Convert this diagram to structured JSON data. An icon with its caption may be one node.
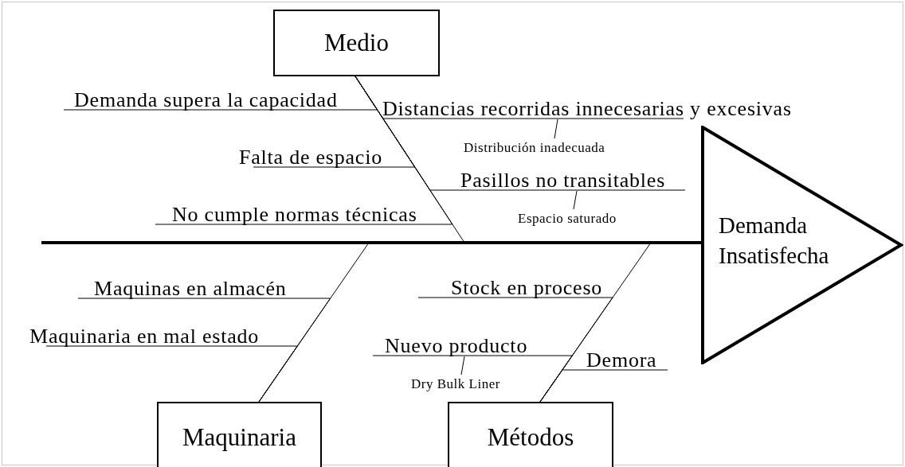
{
  "diagram": {
    "nodes": [
      {
        "text": [
          "Medio"
        ]
      },
      {
        "text": [
          "Maquinaria"
        ]
      },
      {
        "text": [
          "Métodos"
        ]
      },
      {
        "text": [
          "Demanda Insatisfecha"
        ]
      },
      {
        "text": [
          "Demanda supera la capacidad"
        ]
      },
      {
        "text": [
          "Distancias recorridas innecesarias y excesivas"
        ]
      },
      {
        "text": [
          "Distribución inadecuada"
        ]
      },
      {
        "text": [
          "Falta de espacio"
        ]
      },
      {
        "text": [
          "Pasillos no transitables"
        ]
      },
      {
        "text": [
          "Espacio saturado"
        ]
      },
      {
        "text": [
          "No cumple normas técnicas"
        ]
      },
      {
        "text": [
          "Maquinas en almacén"
        ]
      },
      {
        "text": [
          "Maquinaria en mal estado"
        ]
      },
      {
        "text": [
          "Stock en proceso"
        ]
      },
      {
        "text": [
          "Nuevo producto"
        ]
      },
      {
        "text": [
          "Dry Bulk Liner"
        ]
      },
      {
        "text": [
          "Demora"
        ]
      }
    ],
    "edges": [
      {
        "from": null,
        "to": 3,
        "arrow": "none",
        "style": "thick"
      },
      {
        "from": 0,
        "to": 3,
        "arrow": "none"
      },
      {
        "from": 1,
        "to": 3,
        "arrow": "none"
      },
      {
        "from": 2,
        "to": 3,
        "arrow": "none"
      },
      {
        "from": 4,
        "to": 0,
        "arrow": "none"
      },
      {
        "from": 5,
        "to": 0,
        "arrow": "none"
      },
      {
        "from": 7,
        "to": 0,
        "arrow": "none"
      },
      {
        "from": 8,
        "to": 0,
        "arrow": "none"
      },
      {
        "from": 10,
        "to": 0,
        "arrow": "none"
      },
      {
        "from": 11,
        "to": 1,
        "arrow": "none"
      },
      {
        "from": 12,
        "to": 1,
        "arrow": "none"
      },
      {
        "from": 13,
        "to": 2,
        "arrow": "none"
      },
      {
        "from": 14,
        "to": 2,
        "arrow": "none"
      },
      {
        "from": 16,
        "to": 2,
        "arrow": "none"
      },
      {
        "from": 6,
        "to": 5,
        "arrow": "none"
      },
      {
        "from": 9,
        "to": 8,
        "arrow": "none"
      },
      {
        "from": 15,
        "to": 14,
        "arrow": "none"
      }
    ]
  }
}
